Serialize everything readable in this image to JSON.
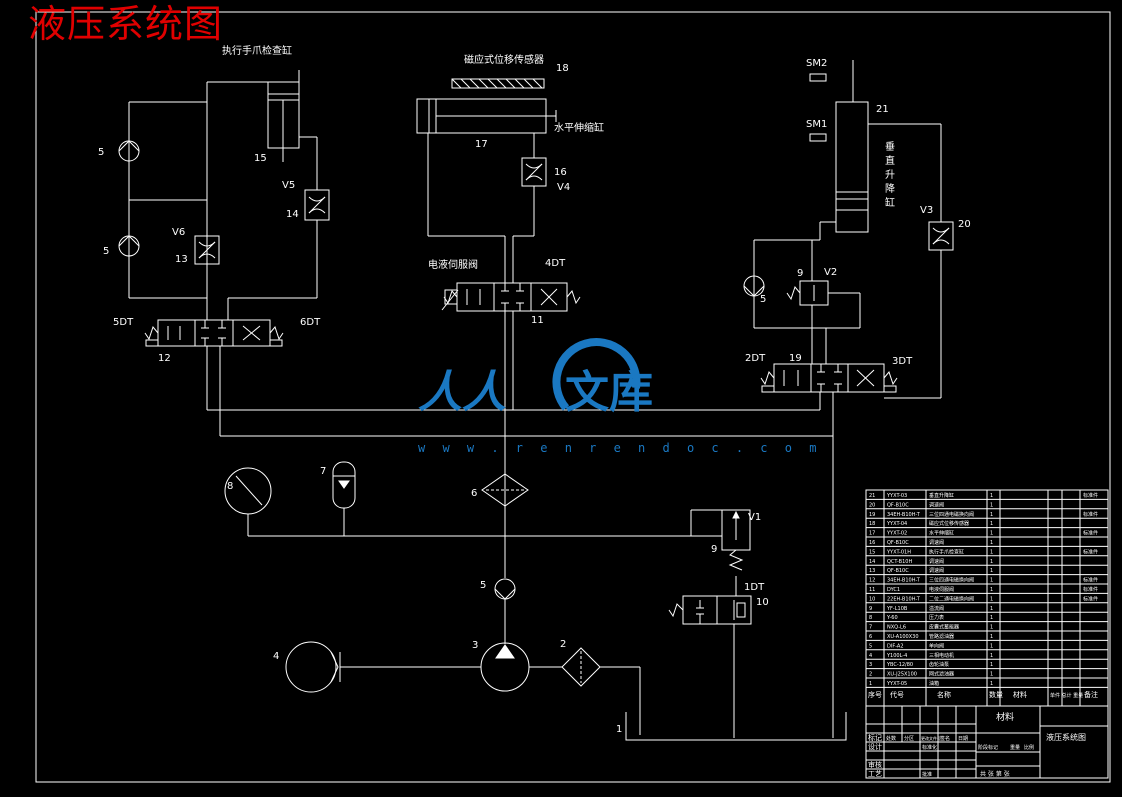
{
  "title": "液压系统图",
  "watermark": {
    "text_a": "人人",
    "text_b": "文库",
    "url": "w w w . r e n r e n d o c . c o m",
    "color": "#1a78c2"
  },
  "colors": {
    "background": "#000000",
    "line": "#ffffff",
    "title": "#e00000"
  },
  "labels": {
    "gripper_cyl": "执行手爪检查缸",
    "sensor": "磁应式位移传感器",
    "horiz_cyl": "水平伸缩缸",
    "elec_valve": "电液伺服阀",
    "vert_cyl_1": "垂",
    "vert_cyl_2": "直",
    "vert_cyl_3": "升",
    "vert_cyl_4": "降",
    "vert_cyl_5": "缸",
    "sm2": "SM2",
    "sm1": "SM1",
    "v1": "V1",
    "v2": "V2",
    "v3": "V3",
    "v4": "V4",
    "v5": "V5",
    "v6": "V6",
    "dt1": "1DT",
    "dt2": "2DT",
    "dt3": "3DT",
    "dt4": "4DT",
    "dt5": "5DT",
    "dt6": "6DT",
    "n1": "1",
    "n2": "2",
    "n3": "3",
    "n4": "4",
    "n5a": "5",
    "n5b": "5",
    "n5c": "5",
    "n5d": "5",
    "n6": "6",
    "n7": "7",
    "n8": "8",
    "n9a": "9",
    "n9b": "9",
    "n10": "10",
    "n11": "11",
    "n12": "12",
    "n13": "13",
    "n14": "14",
    "n15": "15",
    "n16": "16",
    "n17": "17",
    "n18": "18",
    "n19": "19",
    "n20": "20",
    "n21": "21"
  },
  "bom": [
    [
      "21",
      "YYXT-03",
      "垂直升降缸",
      "1",
      "标准件"
    ],
    [
      "20",
      "QF-B10C",
      "调速阀",
      "1",
      ""
    ],
    [
      "19",
      "34EH-B10H-T",
      "三位四通电磁换向阀",
      "1",
      "标准件"
    ],
    [
      "18",
      "YYXT-04",
      "磁应式位移传感器",
      "1",
      ""
    ],
    [
      "17",
      "YYXT-02",
      "水平伸缩缸",
      "1",
      "标准件"
    ],
    [
      "16",
      "QF-B10C",
      "调速阀",
      "1",
      ""
    ],
    [
      "15",
      "YYXT-01H",
      "执行手爪检查缸",
      "1",
      "标准件"
    ],
    [
      "14",
      "QCT-B10H",
      "调速阀",
      "1",
      ""
    ],
    [
      "13",
      "QF-B10C",
      "调速阀",
      "1",
      ""
    ],
    [
      "12",
      "34EH-B10H-T",
      "三位四通电磁换向阀",
      "1",
      "标准件"
    ],
    [
      "11",
      "DYC1",
      "电液伺服阀",
      "1",
      "标准件"
    ],
    [
      "10",
      "22EH-B10H-T",
      "二位二通电磁换向阀",
      "1",
      "标准件"
    ],
    [
      "9",
      "YF-L10B",
      "溢流阀",
      "1",
      ""
    ],
    [
      "8",
      "Y-60",
      "压力表",
      "1",
      ""
    ],
    [
      "7",
      "NXQ-L6",
      "皮囊式蓄能器",
      "1",
      ""
    ],
    [
      "6",
      "XU-A100X30",
      "管路滤油器",
      "1",
      ""
    ],
    [
      "5",
      "DIF-A2",
      "单向阀",
      "1",
      ""
    ],
    [
      "4",
      "Y100L-4",
      "三相电动机",
      "1",
      ""
    ],
    [
      "3",
      "YBC-12/80",
      "齿轮油泵",
      "1",
      ""
    ],
    [
      "2",
      "XU-J25X100",
      "网式滤油器",
      "1",
      ""
    ],
    [
      "1",
      "YYXT-05",
      "油箱",
      "1",
      ""
    ]
  ],
  "bom_header": {
    "no": "序号",
    "code": "代号",
    "name": "名称",
    "qty": "数量",
    "material": "材料",
    "weight": "单件 总计 重量",
    "note": "备注"
  },
  "title_block": {
    "material": "材料",
    "drawing_name": "液压系统图",
    "row_labels": [
      "标记",
      "设计",
      "审核",
      "工艺"
    ],
    "col_labels": [
      "处数",
      "分区",
      "更改文件号",
      "签名",
      "日期"
    ],
    "std": "标准化",
    "approve": "批准",
    "stage": "阶段标记",
    "weight": "重量",
    "scale": "比例",
    "sheets": "共 张 第 张"
  }
}
